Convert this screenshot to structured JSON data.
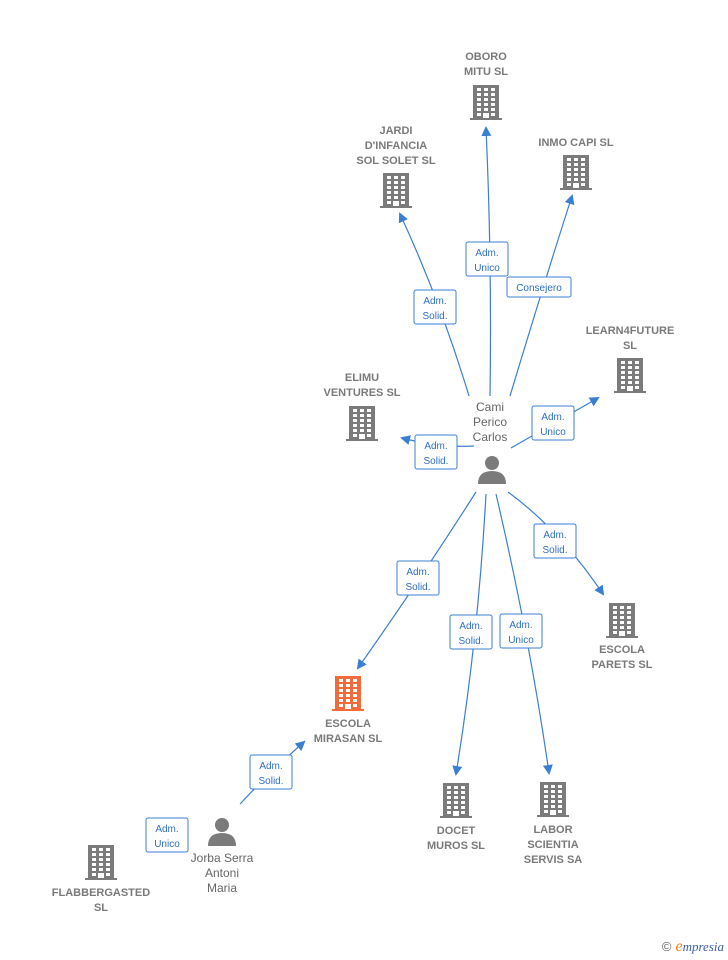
{
  "colors": {
    "building": "#7b7b7b",
    "building_highlight": "#f26b3a",
    "person": "#7b7b7b",
    "edge": "#3b7fd4",
    "label_border": "#3b7fd4"
  },
  "companies": [
    {
      "id": "oboro",
      "lines": [
        "OBORO",
        "MITU SL"
      ],
      "highlight": false
    },
    {
      "id": "jardi",
      "lines": [
        "JARDI",
        "D'INFANCIA",
        "SOL SOLET SL"
      ],
      "highlight": false
    },
    {
      "id": "inmo",
      "lines": [
        "INMO CAPI SL"
      ],
      "highlight": false
    },
    {
      "id": "learn",
      "lines": [
        "LEARN4FUTURE",
        "SL"
      ],
      "highlight": false
    },
    {
      "id": "elimu",
      "lines": [
        "ELIMU",
        "VENTURES  SL"
      ],
      "highlight": false
    },
    {
      "id": "parets",
      "lines": [
        "ESCOLA",
        "PARETS  SL"
      ],
      "highlight": false
    },
    {
      "id": "mirasan",
      "lines": [
        "ESCOLA",
        "MIRASAN  SL"
      ],
      "highlight": true
    },
    {
      "id": "docet",
      "lines": [
        "DOCET",
        "MUROS  SL"
      ],
      "highlight": false
    },
    {
      "id": "labor",
      "lines": [
        "LABOR",
        "SCIENTIA",
        "SERVIS SA"
      ],
      "highlight": false
    },
    {
      "id": "flabber",
      "lines": [
        "FLABBERGASTED",
        "SL"
      ],
      "highlight": false
    }
  ],
  "persons": [
    {
      "id": "cami",
      "lines": [
        "Cami",
        "Perico",
        "Carlos"
      ]
    },
    {
      "id": "jorba",
      "lines": [
        "Jorba Serra",
        "Antoni",
        "Maria"
      ]
    }
  ],
  "relations": [
    {
      "id": "r-oboro",
      "lines": [
        "Adm.",
        "Unico"
      ]
    },
    {
      "id": "r-jardi",
      "lines": [
        "Adm.",
        "Solid."
      ]
    },
    {
      "id": "r-inmo",
      "lines": [
        "Consejero"
      ]
    },
    {
      "id": "r-learn",
      "lines": [
        "Adm.",
        "Unico"
      ]
    },
    {
      "id": "r-elimu",
      "lines": [
        "Adm.",
        "Solid."
      ]
    },
    {
      "id": "r-parets",
      "lines": [
        "Adm.",
        "Solid."
      ]
    },
    {
      "id": "r-mirasan",
      "lines": [
        "Adm.",
        "Solid."
      ]
    },
    {
      "id": "r-docet",
      "lines": [
        "Adm.",
        "Solid."
      ]
    },
    {
      "id": "r-labor",
      "lines": [
        "Adm.",
        "Unico"
      ]
    },
    {
      "id": "r-jorba-mirasan",
      "lines": [
        "Adm.",
        "Solid."
      ]
    },
    {
      "id": "r-jorba-flabber",
      "lines": [
        "Adm.",
        "Unico"
      ]
    }
  ],
  "footer": {
    "copyright_symbol": "©",
    "brand_initial": "e",
    "brand_rest": "mpresia"
  }
}
